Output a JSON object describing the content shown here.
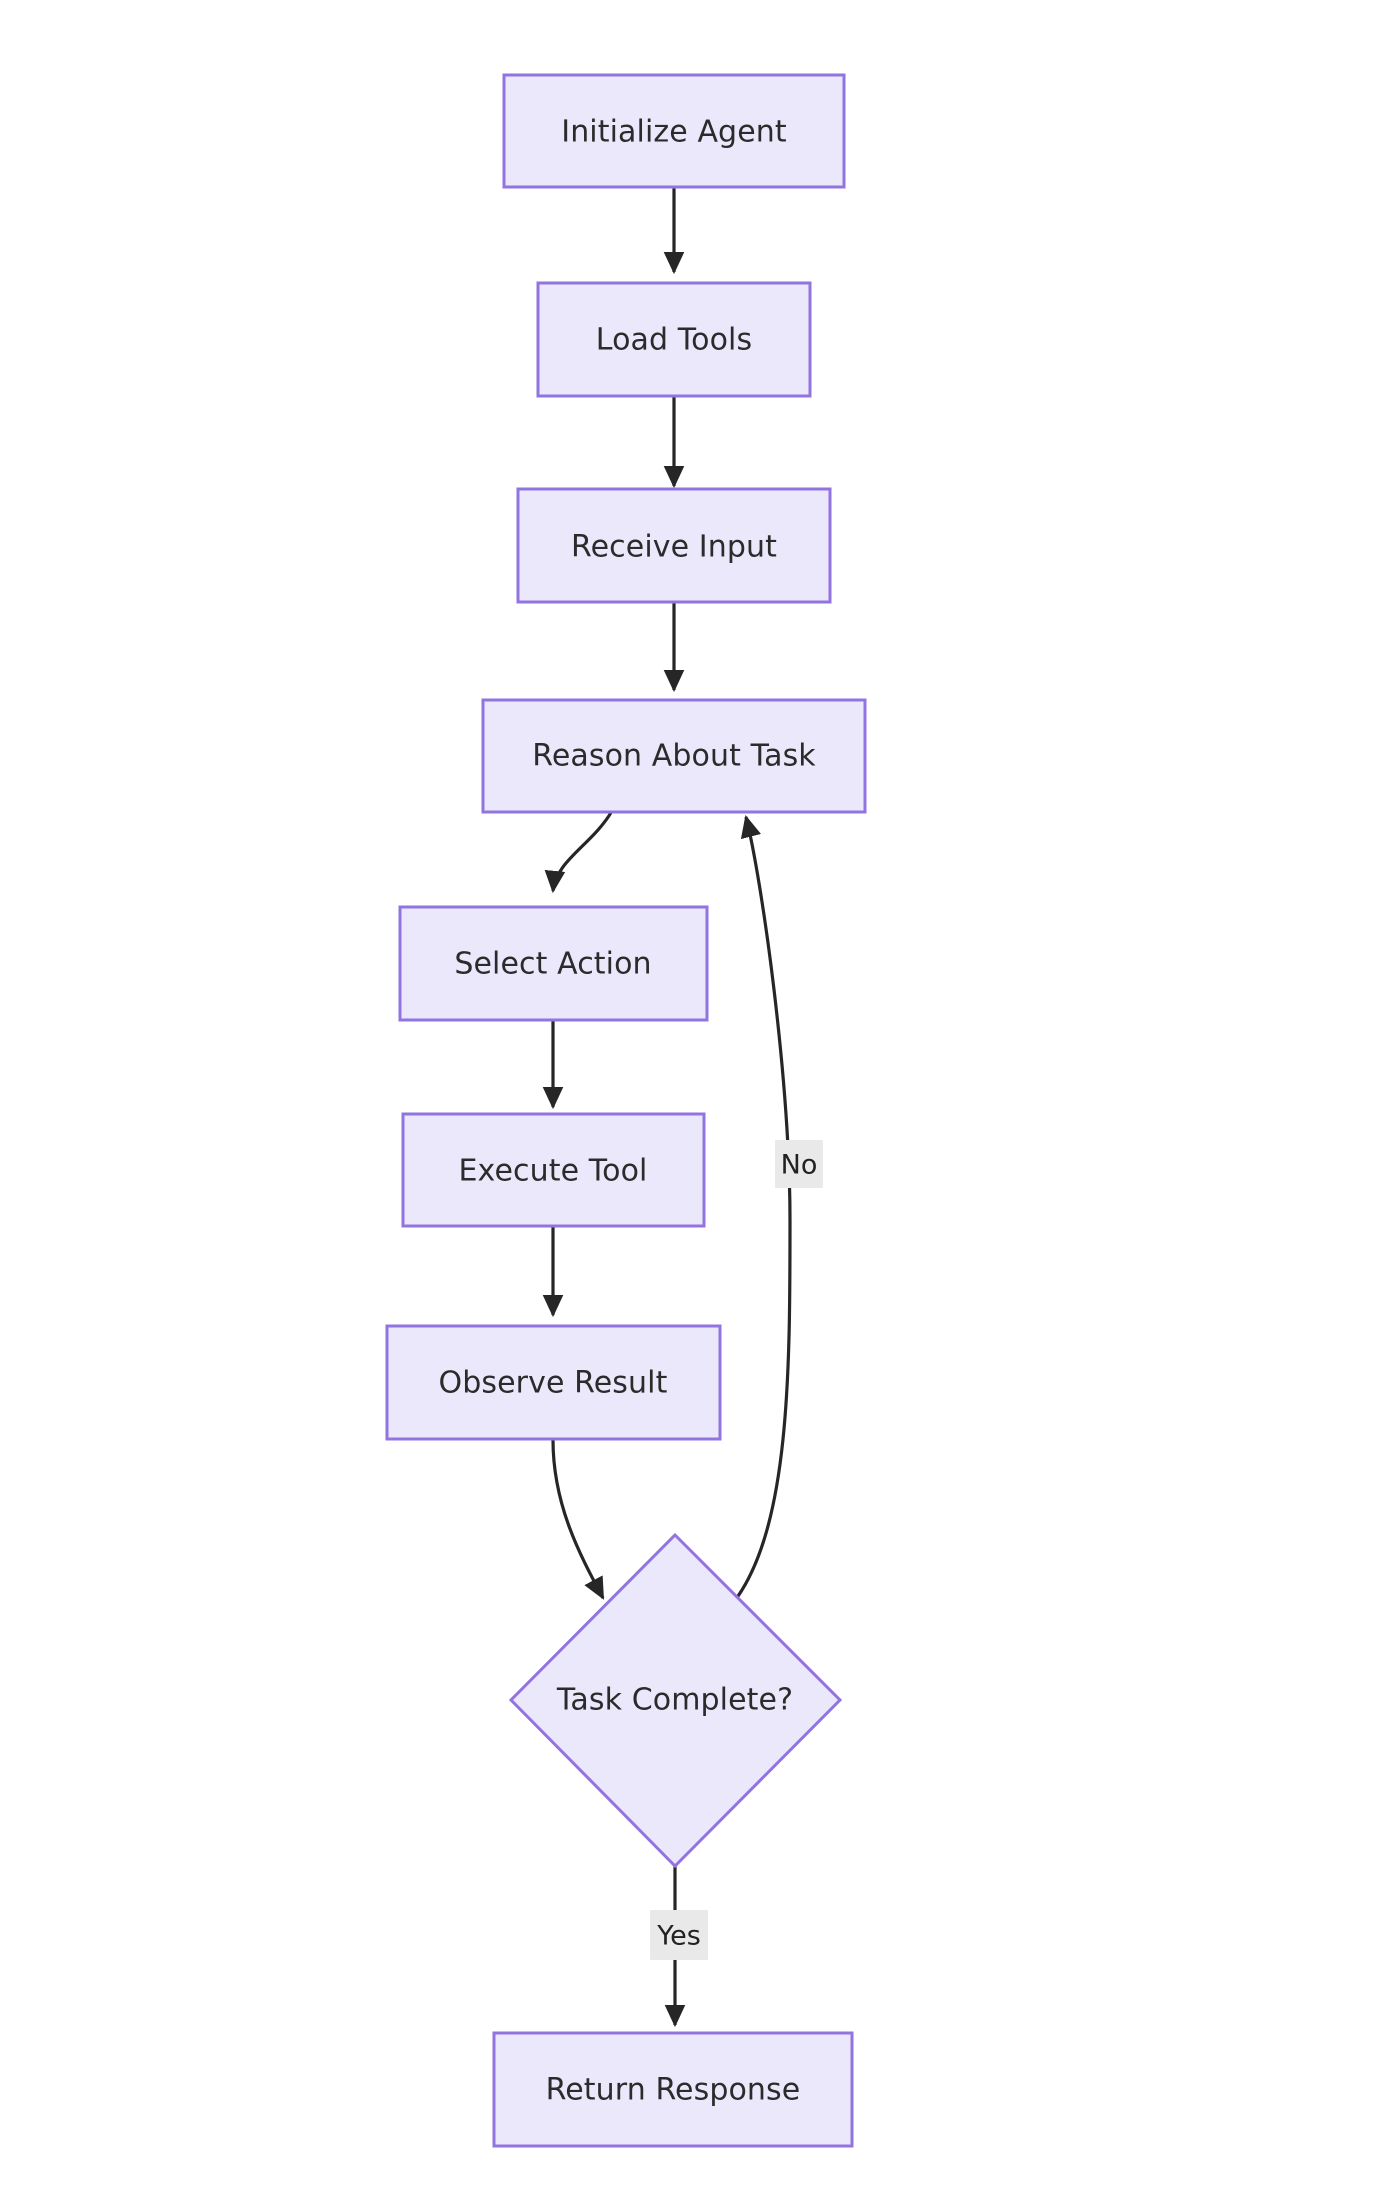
{
  "diagram": {
    "type": "flowchart",
    "direction": "top-to-bottom",
    "background_color": "#ffffff",
    "node_fill_color": "#ebe8fc",
    "node_border_color": "#9274e0",
    "node_text_color": "#2b2b2b",
    "edge_color": "#262626",
    "edge_label_background": "#e9e9e9",
    "nodes": [
      {
        "id": "initialize-agent",
        "label": "Initialize Agent",
        "shape": "rectangle"
      },
      {
        "id": "load-tools",
        "label": "Load Tools",
        "shape": "rectangle"
      },
      {
        "id": "receive-input",
        "label": "Receive Input",
        "shape": "rectangle"
      },
      {
        "id": "reason-about-task",
        "label": "Reason About Task",
        "shape": "rectangle"
      },
      {
        "id": "select-action",
        "label": "Select Action",
        "shape": "rectangle"
      },
      {
        "id": "execute-tool",
        "label": "Execute Tool",
        "shape": "rectangle"
      },
      {
        "id": "observe-result",
        "label": "Observe Result",
        "shape": "rectangle"
      },
      {
        "id": "task-complete",
        "label": "Task Complete?",
        "shape": "diamond"
      },
      {
        "id": "return-response",
        "label": "Return Response",
        "shape": "rectangle"
      }
    ],
    "edges": [
      {
        "from": "initialize-agent",
        "to": "load-tools",
        "label": ""
      },
      {
        "from": "load-tools",
        "to": "receive-input",
        "label": ""
      },
      {
        "from": "receive-input",
        "to": "reason-about-task",
        "label": ""
      },
      {
        "from": "reason-about-task",
        "to": "select-action",
        "label": ""
      },
      {
        "from": "select-action",
        "to": "execute-tool",
        "label": ""
      },
      {
        "from": "execute-tool",
        "to": "observe-result",
        "label": ""
      },
      {
        "from": "observe-result",
        "to": "task-complete",
        "label": ""
      },
      {
        "from": "task-complete",
        "to": "reason-about-task",
        "label": "No"
      },
      {
        "from": "task-complete",
        "to": "return-response",
        "label": "Yes"
      }
    ],
    "edge_labels": {
      "no": "No",
      "yes": "Yes"
    }
  }
}
